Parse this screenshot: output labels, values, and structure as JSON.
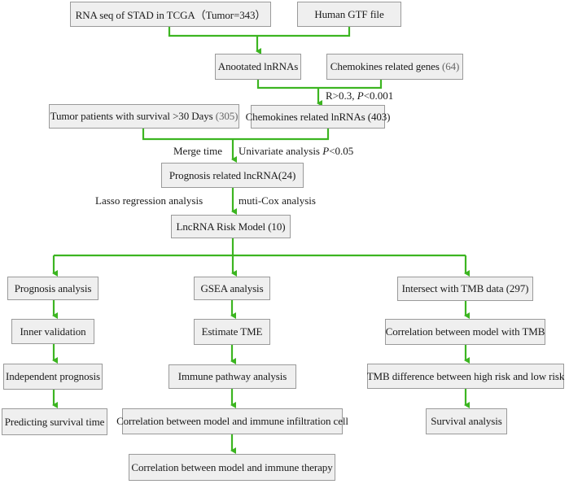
{
  "boxes": {
    "rna_seq": "RNA seq of STAD in TCGA（Tumor=343）",
    "gtf": "Human GTF file",
    "annotated": "Anootated lnRNAs",
    "chemokine_genes": {
      "text": "Chemokines related genes",
      "count": "(64)"
    },
    "survival": {
      "text": "Tumor patients with survival >30 Days",
      "count": "(305)"
    },
    "chemokine_lnc": "Chemokines related lnRNAs (403)",
    "prognosis_lnc": "Prognosis related  lncRNA(24)",
    "risk_model": "LncRNA Risk Model (10)",
    "prog_analysis": "Prognosis analysis",
    "inner": "Inner validation",
    "indep": "Independent prognosis",
    "predict": "Predicting survival time",
    "gsea": "GSEA analysis",
    "tme": "Estimate TME",
    "immune_path": "Immune pathway analysis",
    "corr_infil": "Correlation between model and immune infiltration cell",
    "corr_therapy": "Correlation between model and immune therapy",
    "tmb_intersect": "Intersect with TMB data (297)",
    "corr_tmb": "Correlation between model with TMB",
    "tmb_diff": "TMB difference between  high risk and low risk",
    "surv_analysis": "Survival  analysis"
  },
  "labels": {
    "corr_threshold": {
      "pre": "R>0.3, ",
      "p": "P",
      "post": "<0.001"
    },
    "merge": "Merge time",
    "univariate": {
      "pre": "Univariate analysis  ",
      "p": "P",
      "post": "<0.05"
    },
    "lasso": "Lasso regression analysis",
    "muticox": "muti-Cox analysis"
  },
  "colors": {
    "connector": "#3cb521",
    "box_fill": "#efefef",
    "box_border": "#9a9a9a",
    "count_text": "#666666"
  }
}
